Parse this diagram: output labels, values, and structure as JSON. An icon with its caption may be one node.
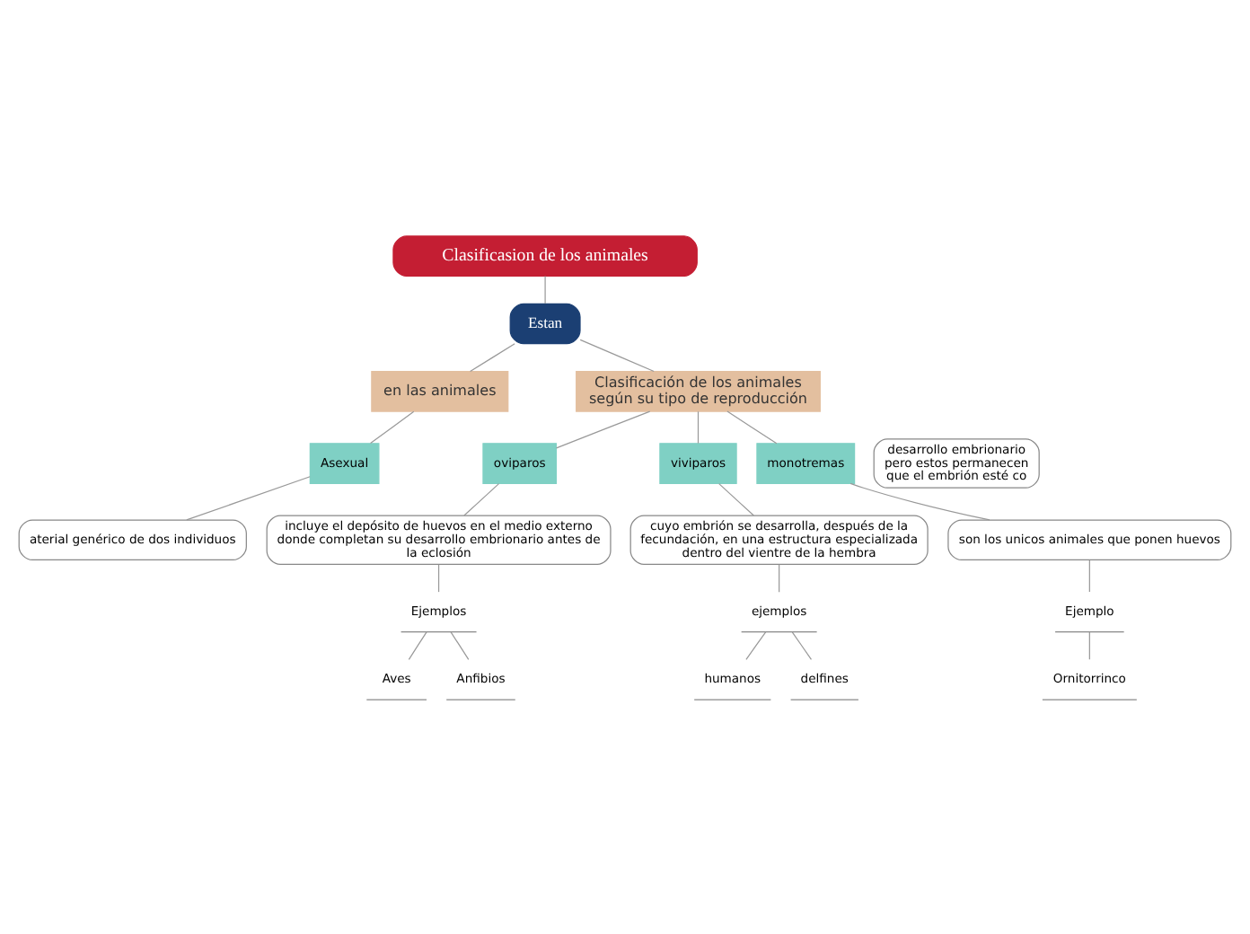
{
  "diagram": {
    "nodes": [
      {
        "text": [
          "Clasificasion de los animales"
        ]
      },
      {
        "text": [
          "Estan"
        ]
      },
      {
        "text": [
          "en las animales"
        ]
      },
      {
        "text": [
          "Clasificación de los animales según su tipo de reproducción"
        ]
      },
      {
        "text": [
          "Asexual"
        ]
      },
      {
        "text": [
          "aterial genérico de dos individuos"
        ]
      },
      {
        "text": [
          "oviparos"
        ]
      },
      {
        "text": [
          "viviparos"
        ]
      },
      {
        "text": [
          "monotremas"
        ]
      },
      {
        "text": [
          "incluye el depósito de huevos en el medio externo donde completan su desarrollo embrionario antes de la eclosión"
        ]
      },
      {
        "text": [
          "cuyo embrión se desarrolla, después de la fecundación, en una estructura especializada dentro del vientre de la hembra"
        ]
      },
      {
        "text": [
          "son los unicos animales que ponen huevos"
        ]
      },
      {
        "text": [
          "desarrollo embrionario pero estos permanecen que el embrión esté co"
        ]
      },
      {
        "text": [
          "Ejemplos"
        ]
      },
      {
        "text": [
          "Aves"
        ]
      },
      {
        "text": [
          "Anfibios"
        ]
      },
      {
        "text": [
          "ejemplos"
        ]
      },
      {
        "text": [
          "humanos"
        ]
      },
      {
        "text": [
          "delfines"
        ]
      },
      {
        "text": [
          "Ejemplo"
        ]
      },
      {
        "text": [
          "Ornitorrinco"
        ]
      }
    ],
    "edges": [
      {
        "from": 0,
        "to": 1,
        "arrow": "none"
      },
      {
        "from": 1,
        "to": 2,
        "arrow": "none"
      },
      {
        "from": 1,
        "to": 3,
        "arrow": "none"
      },
      {
        "from": 2,
        "to": 4,
        "arrow": "none"
      },
      {
        "from": 4,
        "to": 5,
        "arrow": "none"
      },
      {
        "from": 3,
        "to": 6,
        "arrow": "none"
      },
      {
        "from": 3,
        "to": 7,
        "arrow": "none"
      },
      {
        "from": 3,
        "to": 8,
        "arrow": "none"
      },
      {
        "from": 6,
        "to": 9,
        "arrow": "none"
      },
      {
        "from": 7,
        "to": 10,
        "arrow": "none"
      },
      {
        "from": 8,
        "to": 11,
        "arrow": "none"
      },
      {
        "from": 9,
        "to": 13,
        "arrow": "none"
      },
      {
        "from": 13,
        "to": 14,
        "arrow": "none"
      },
      {
        "from": 13,
        "to": 15,
        "arrow": "none"
      },
      {
        "from": 10,
        "to": 16,
        "arrow": "none"
      },
      {
        "from": 16,
        "to": 17,
        "arrow": "none"
      },
      {
        "from": 16,
        "to": 18,
        "arrow": "none"
      },
      {
        "from": 11,
        "to": 19,
        "arrow": "none"
      },
      {
        "from": 19,
        "to": 20,
        "arrow": "none"
      }
    ]
  }
}
